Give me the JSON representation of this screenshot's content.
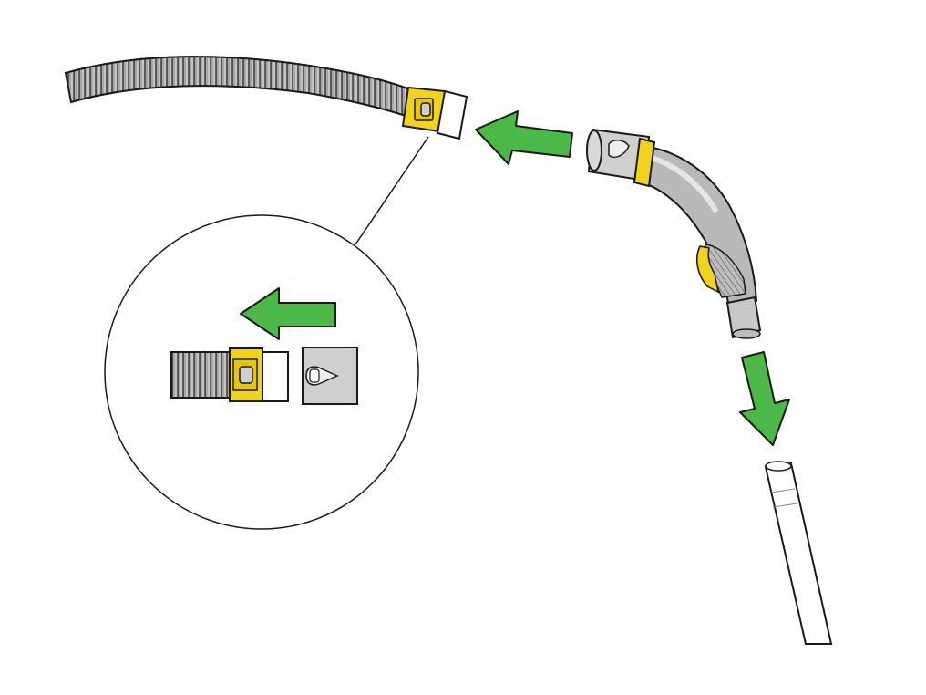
{
  "figure": {
    "kind": "assembly-instruction",
    "steps": [
      {
        "id": "attach-handle-to-hose",
        "arrow": "left"
      },
      {
        "id": "insert-wand",
        "arrow": "down"
      }
    ]
  },
  "colors": {
    "background": "#ffffff",
    "outline": "#1a1a1a",
    "hose_grey": "#a6a6a6",
    "hose_rib_light": "#c4c4c4",
    "handle_grey": "#b9b9b9",
    "handle_light": "#dcdcdc",
    "accent_yellow": "#f1d21f",
    "arrow_green": "#4cb848",
    "wand_fill": "#ffffff"
  },
  "icons": {
    "direction_left": "arrow-left-icon",
    "direction_down": "arrow-down-icon",
    "zoom_detail": "magnifier-detail-circle"
  }
}
